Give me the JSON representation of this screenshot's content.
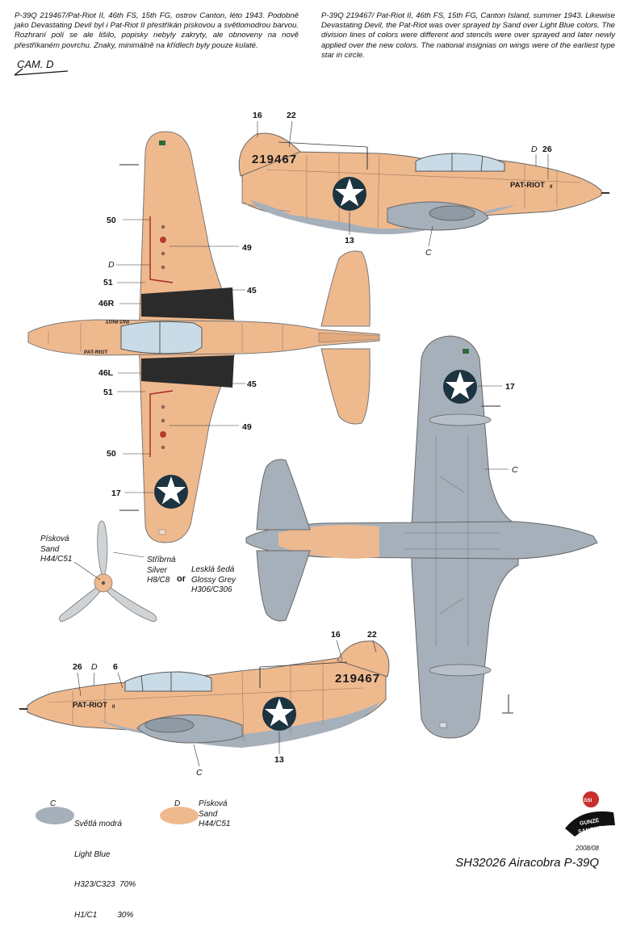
{
  "description": {
    "cz": "P-39Q 219467/Pat-Riot II, 46th FS, 15th FG, ostrov Canton, léto 1943. Podobně jako Devastating Devil byl i Pat-Riot II přestříkán pískovou a světlomodrou barvou. Rozhraní polí se ale lišilo, popisky nebyly zakryty, ale obnoveny na nově přestříkaném povrchu. Znaky, minimálně na křídlech byly pouze kulaté.",
    "en": "P-39Q 219467/ Pat-Riot II, 46th FS, 15th FG, Canton Island, summer 1943. Likewise Devastating Devil, the Pat-Riot was over sprayed by Sand over Light Blue colors. The division lines of colors were different and stencils were over sprayed and later newly applied over the new colors. The national insignias on wings were of the earliest type  star in circle."
  },
  "camo_code": "CAM. D",
  "markings": {
    "serial": "219467",
    "nose_art": "PAT-RIOT",
    "nose_art_suffix": "II"
  },
  "callouts": {
    "c16": "16",
    "c22": "22",
    "c26": "26",
    "c13": "13",
    "c6": "6",
    "c50": "50",
    "c51": "51",
    "c49": "49",
    "c45": "45",
    "c46r": "46R",
    "c46l": "46L",
    "c17": "17",
    "cD": "D",
    "cC": "C"
  },
  "propeller_colors": {
    "sand": [
      "Písková",
      "Sand",
      "H44/C51"
    ],
    "silver": [
      "Stříbrná",
      "Silver",
      "H8/C8"
    ],
    "or": "or",
    "glossy": [
      "Lesklá šedá",
      "Glossy Grey",
      "H306/C306"
    ]
  },
  "legend": [
    {
      "code": "C",
      "lines": [
        "Světlá modrá",
        "Light Blue",
        "H323/C323  70%",
        "H1/C1         30%"
      ],
      "color": "#a6b0ba"
    },
    {
      "code": "D",
      "lines": [
        "Písková",
        "Sand",
        "H44/C51"
      ],
      "color": "#efb98e"
    }
  ],
  "brand": {
    "top": "GSI",
    "name1": "GUNZE",
    "name2": "SANGYO"
  },
  "footer": {
    "date": "2008/08",
    "title": "SH32026 Airacobra P-39Q"
  },
  "colors": {
    "sand": "#efb98e",
    "blue": "#a6b0ba",
    "insignia": "#1c3340",
    "wingwalk": "#2b2b2b"
  }
}
